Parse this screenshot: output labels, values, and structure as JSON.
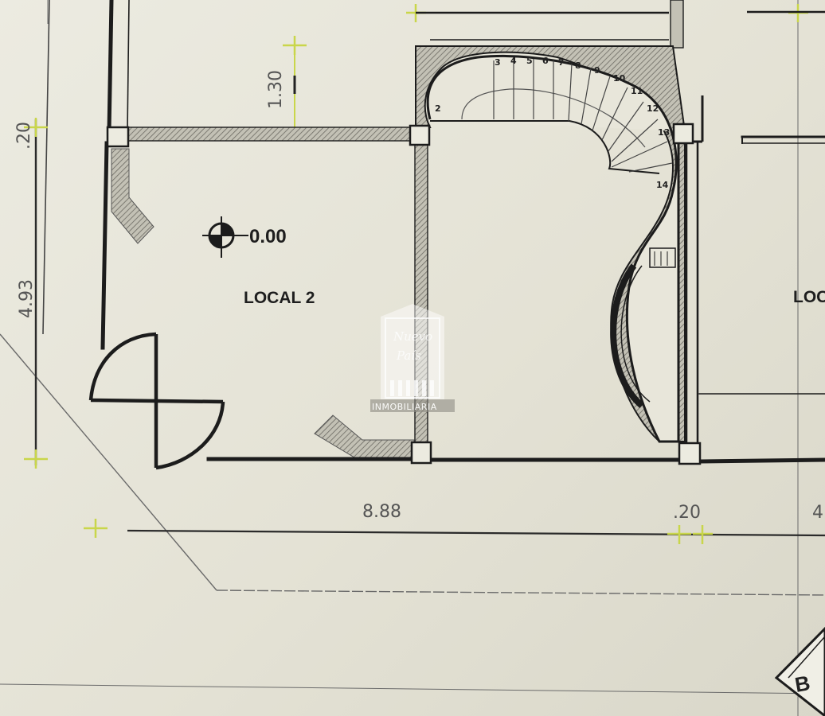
{
  "plan": {
    "room_label": "LOCAL 2",
    "neighbor_room_label": "LOC",
    "level_mark": "0.00",
    "dim_width": "8.88",
    "dim_height": "4.93",
    "dim_top": "1.30",
    "dim_wall_left": ".20",
    "dim_wall_right": ".20",
    "dim_right_edge": "4",
    "section_mark": "B",
    "stair_steps": [
      "2",
      "3",
      "4",
      "5",
      "6",
      "7",
      "8",
      "9",
      "10",
      "11",
      "12",
      "13",
      "14"
    ]
  },
  "watermark": {
    "brand": "INMOBILIARIA",
    "script_line1": "Nuevo",
    "script_line2": "País"
  },
  "colors": {
    "paper": "#e6e4d8",
    "wall": "#1c1c1c",
    "hatch": "#7d7b72",
    "dimension": "#555555",
    "tick": "#c9d64a",
    "watermark": "#ffffff"
  }
}
